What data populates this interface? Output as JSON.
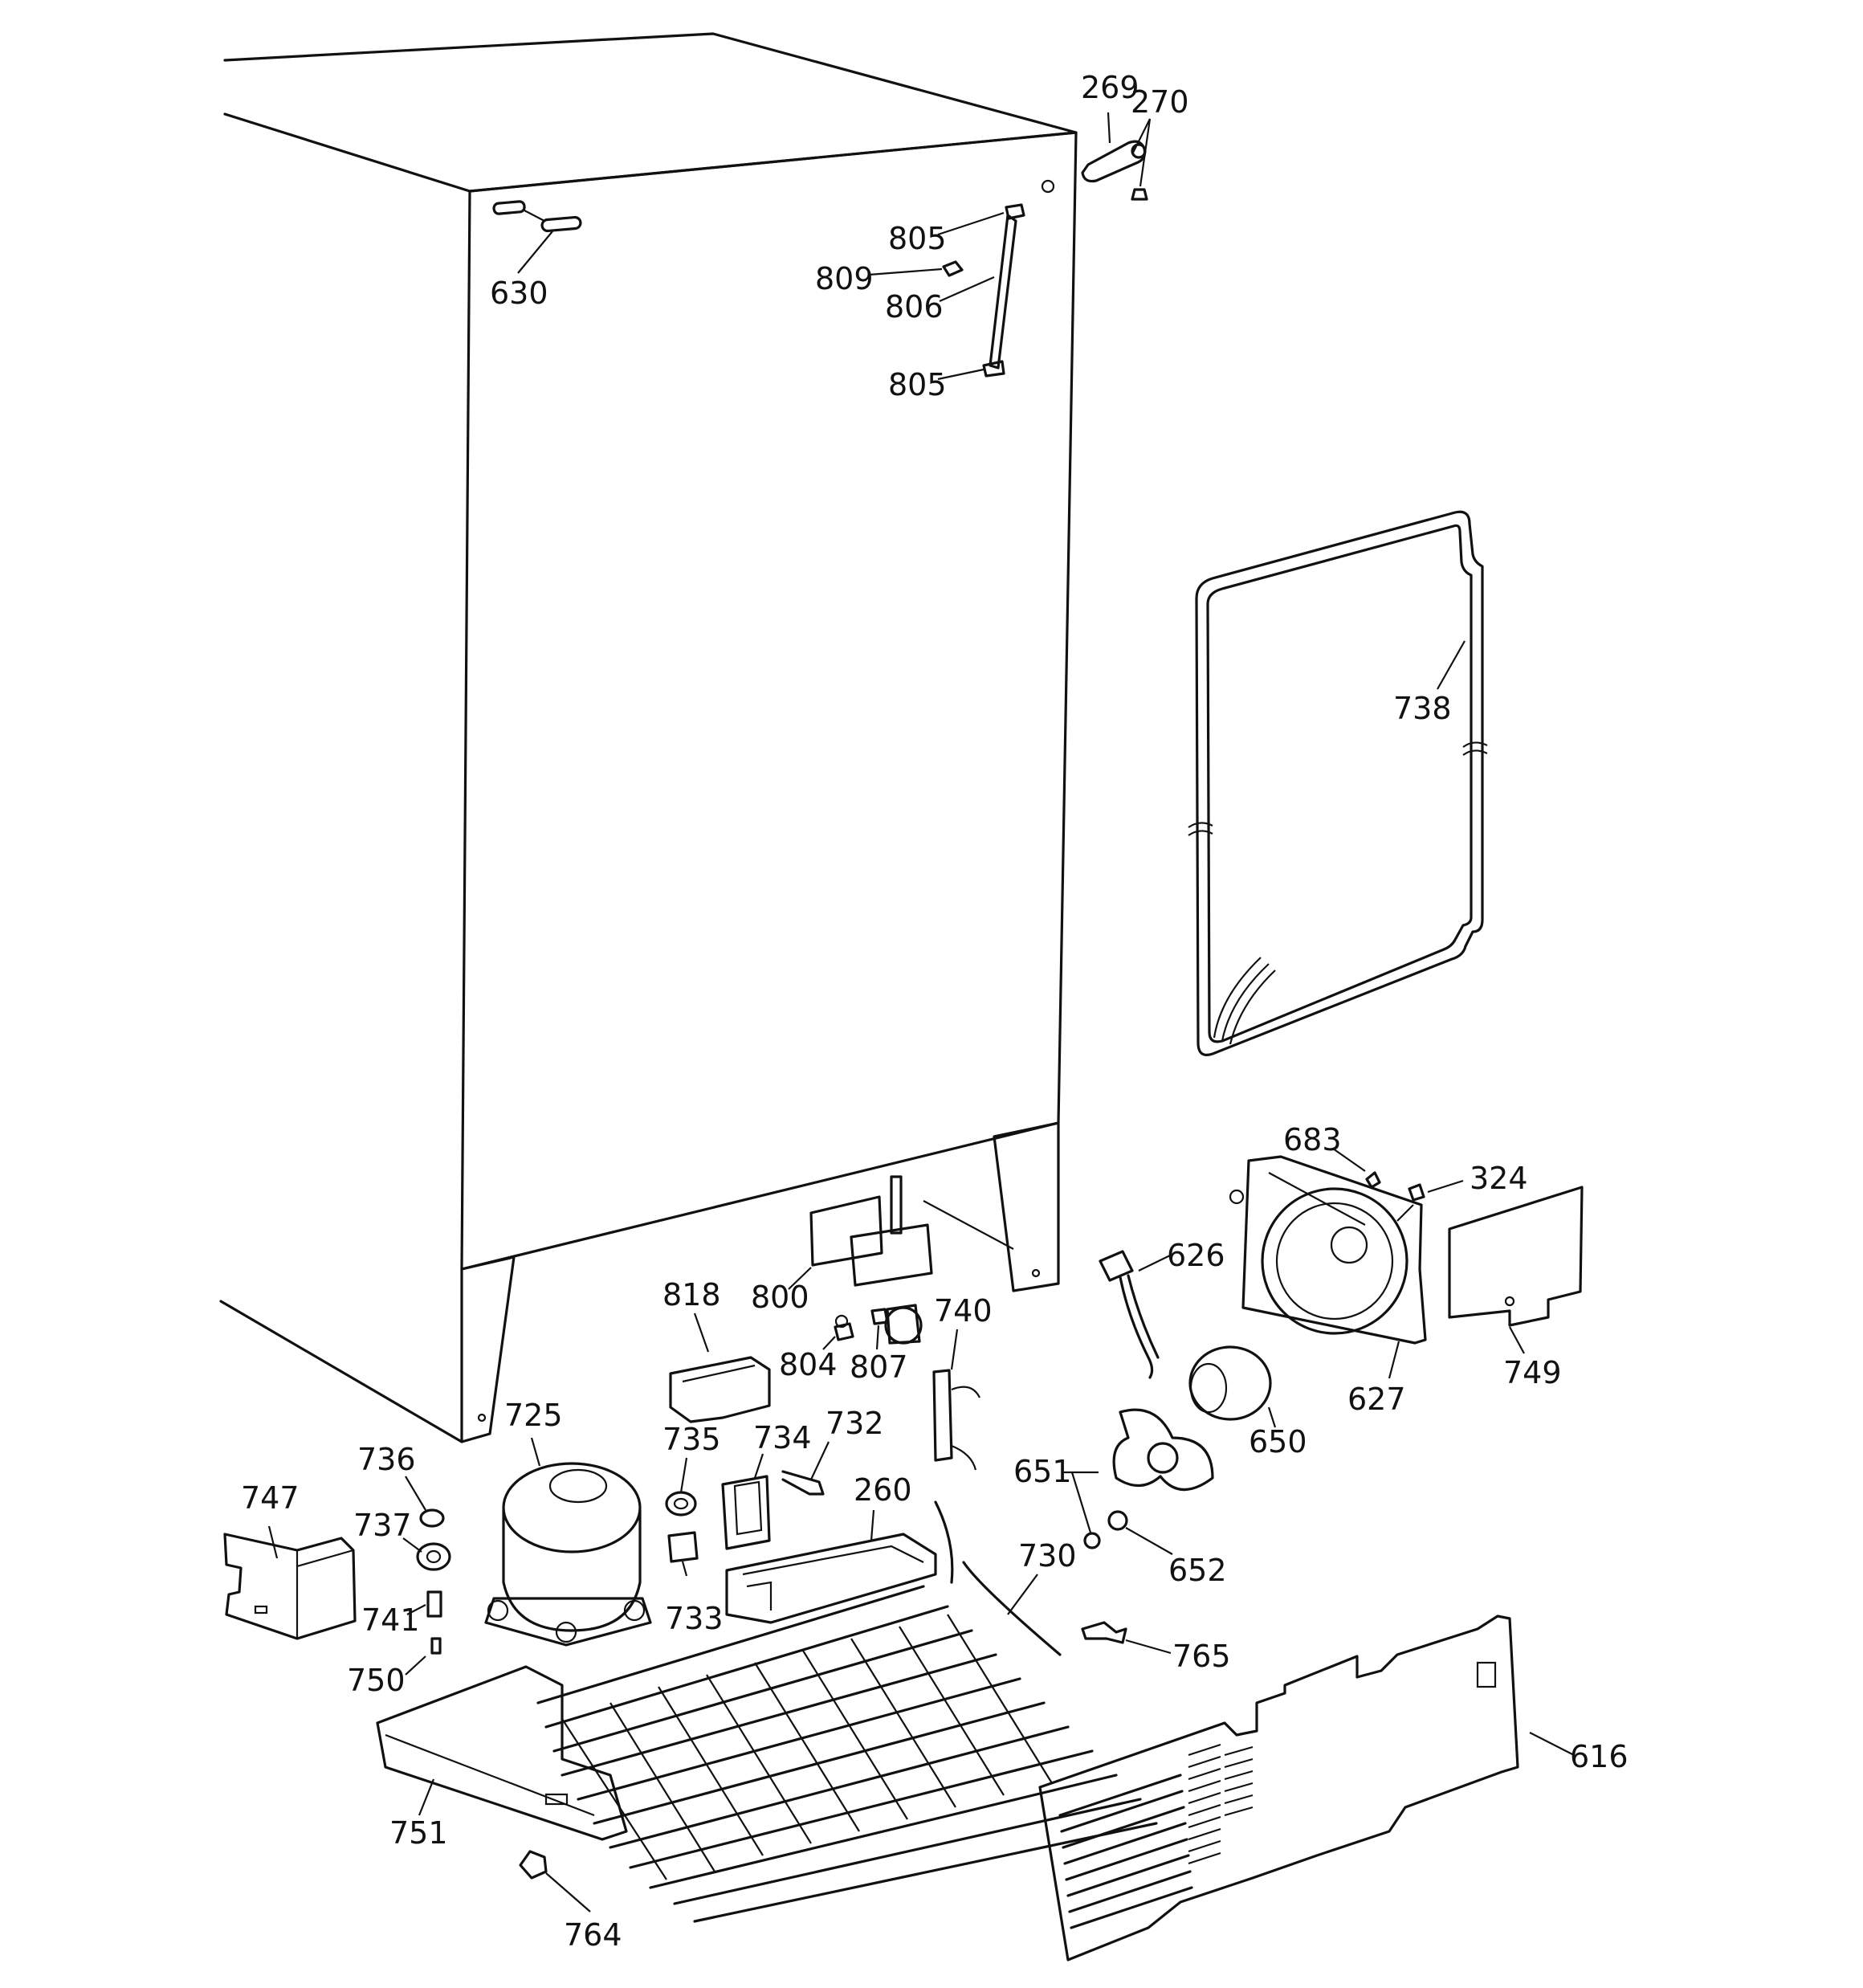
{
  "parts": [
    {
      "id": "269",
      "label": "269"
    },
    {
      "id": "270",
      "label": "270"
    },
    {
      "id": "630",
      "label": "630"
    },
    {
      "id": "805a",
      "label": "805"
    },
    {
      "id": "809",
      "label": "809"
    },
    {
      "id": "806",
      "label": "806"
    },
    {
      "id": "805b",
      "label": "805"
    },
    {
      "id": "738",
      "label": "738"
    },
    {
      "id": "683",
      "label": "683"
    },
    {
      "id": "324",
      "label": "324"
    },
    {
      "id": "626",
      "label": "626"
    },
    {
      "id": "749",
      "label": "749"
    },
    {
      "id": "627",
      "label": "627"
    },
    {
      "id": "650",
      "label": "650"
    },
    {
      "id": "818",
      "label": "818"
    },
    {
      "id": "800",
      "label": "800"
    },
    {
      "id": "740",
      "label": "740"
    },
    {
      "id": "804",
      "label": "804"
    },
    {
      "id": "807",
      "label": "807"
    },
    {
      "id": "725",
      "label": "725"
    },
    {
      "id": "735",
      "label": "735"
    },
    {
      "id": "734",
      "label": "734"
    },
    {
      "id": "732",
      "label": "732"
    },
    {
      "id": "651",
      "label": "651"
    },
    {
      "id": "736",
      "label": "736"
    },
    {
      "id": "747",
      "label": "747"
    },
    {
      "id": "737",
      "label": "737"
    },
    {
      "id": "260",
      "label": "260"
    },
    {
      "id": "652",
      "label": "652"
    },
    {
      "id": "730",
      "label": "730"
    },
    {
      "id": "741",
      "label": "741"
    },
    {
      "id": "733",
      "label": "733"
    },
    {
      "id": "765",
      "label": "765"
    },
    {
      "id": "750",
      "label": "750"
    },
    {
      "id": "616",
      "label": "616"
    },
    {
      "id": "751",
      "label": "751"
    },
    {
      "id": "764",
      "label": "764"
    }
  ]
}
